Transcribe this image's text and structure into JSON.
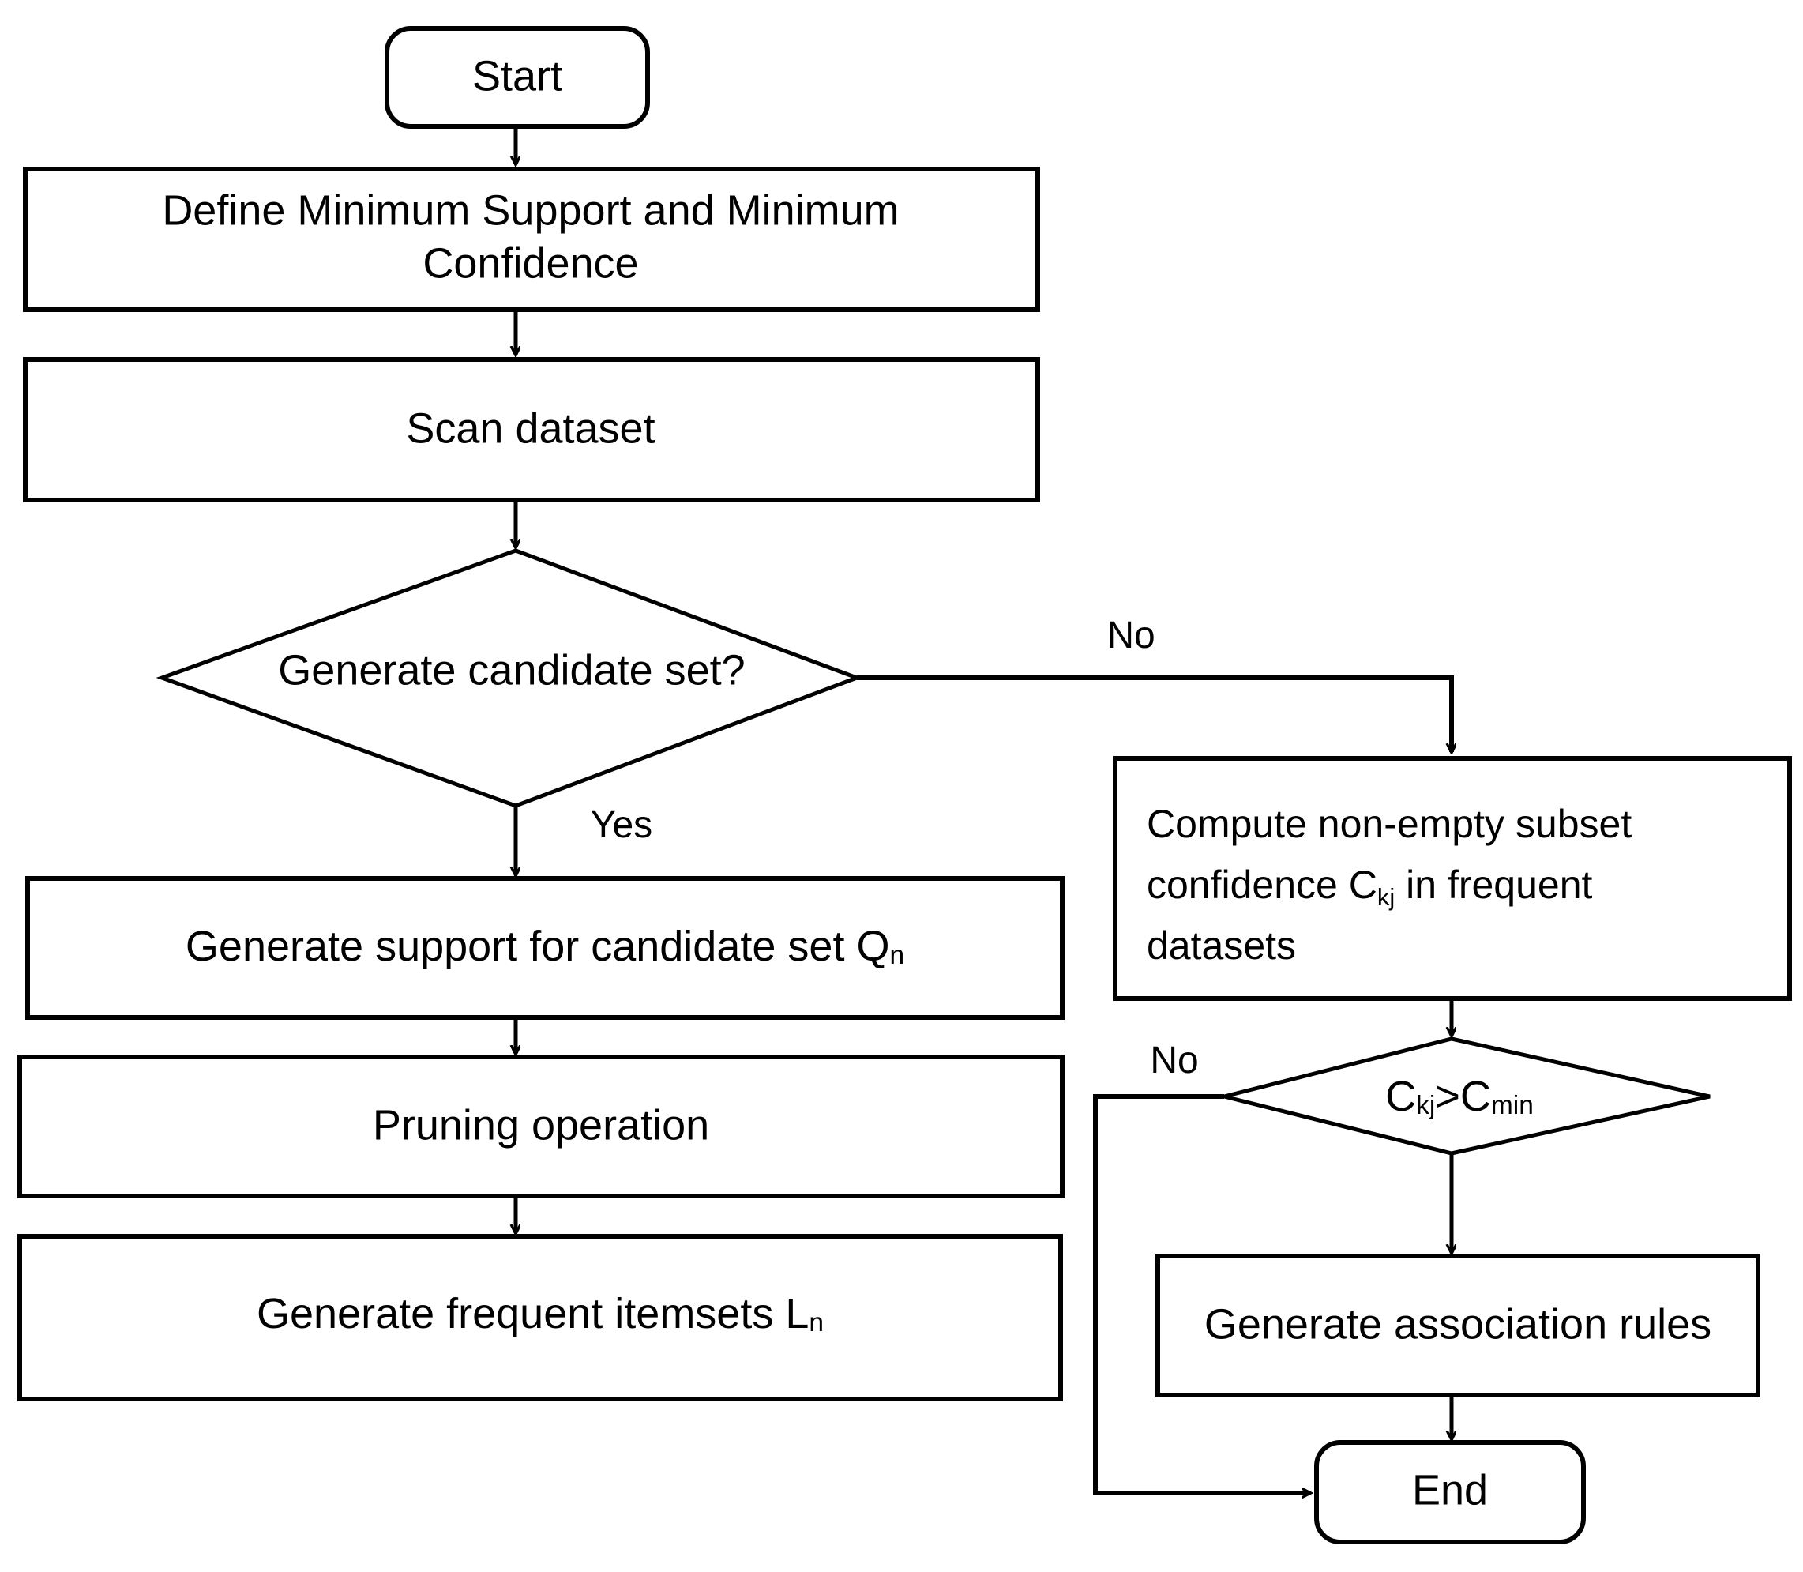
{
  "diagram": {
    "title": "Association rule mining (Apriori) flowchart",
    "background_color": "#ffffff",
    "line_color": "#000000",
    "text_color": "#000000"
  },
  "nodes": {
    "start": {
      "label": "Start",
      "shape": "rounded-terminator"
    },
    "define_minsup": {
      "line1": "Define Minimum Support and Minimum",
      "line2": "Confidence",
      "shape": "process"
    },
    "scan_dataset": {
      "label": "Scan dataset",
      "shape": "process"
    },
    "generate_candidate_decision": {
      "label": "Generate candidate set?",
      "shape": "decision"
    },
    "generate_support": {
      "text_before": "Generate support for candidate set Q",
      "subscript": "n",
      "shape": "process"
    },
    "pruning": {
      "label": "Pruning operation",
      "shape": "process"
    },
    "frequent_itemsets": {
      "text_before": "Generate frequent itemsets L",
      "subscript": "n",
      "shape": "process"
    },
    "compute_confidence": {
      "line1_before": "Compute non-empty subset",
      "line2_before": "confidence C",
      "line2_subscript": "kj",
      "line2_after": " in frequent",
      "line3": "datasets",
      "shape": "process"
    },
    "confidence_decision": {
      "text_before": "C",
      "subscript_1": "kj",
      "operator": ">C",
      "subscript_2": "min",
      "shape": "decision"
    },
    "association_rules": {
      "label": "Generate association rules",
      "shape": "process"
    },
    "end": {
      "label": "End",
      "shape": "rounded-terminator"
    }
  },
  "edge_labels": {
    "candidate_no": "No",
    "candidate_yes": "Yes",
    "confidence_no": "No"
  }
}
